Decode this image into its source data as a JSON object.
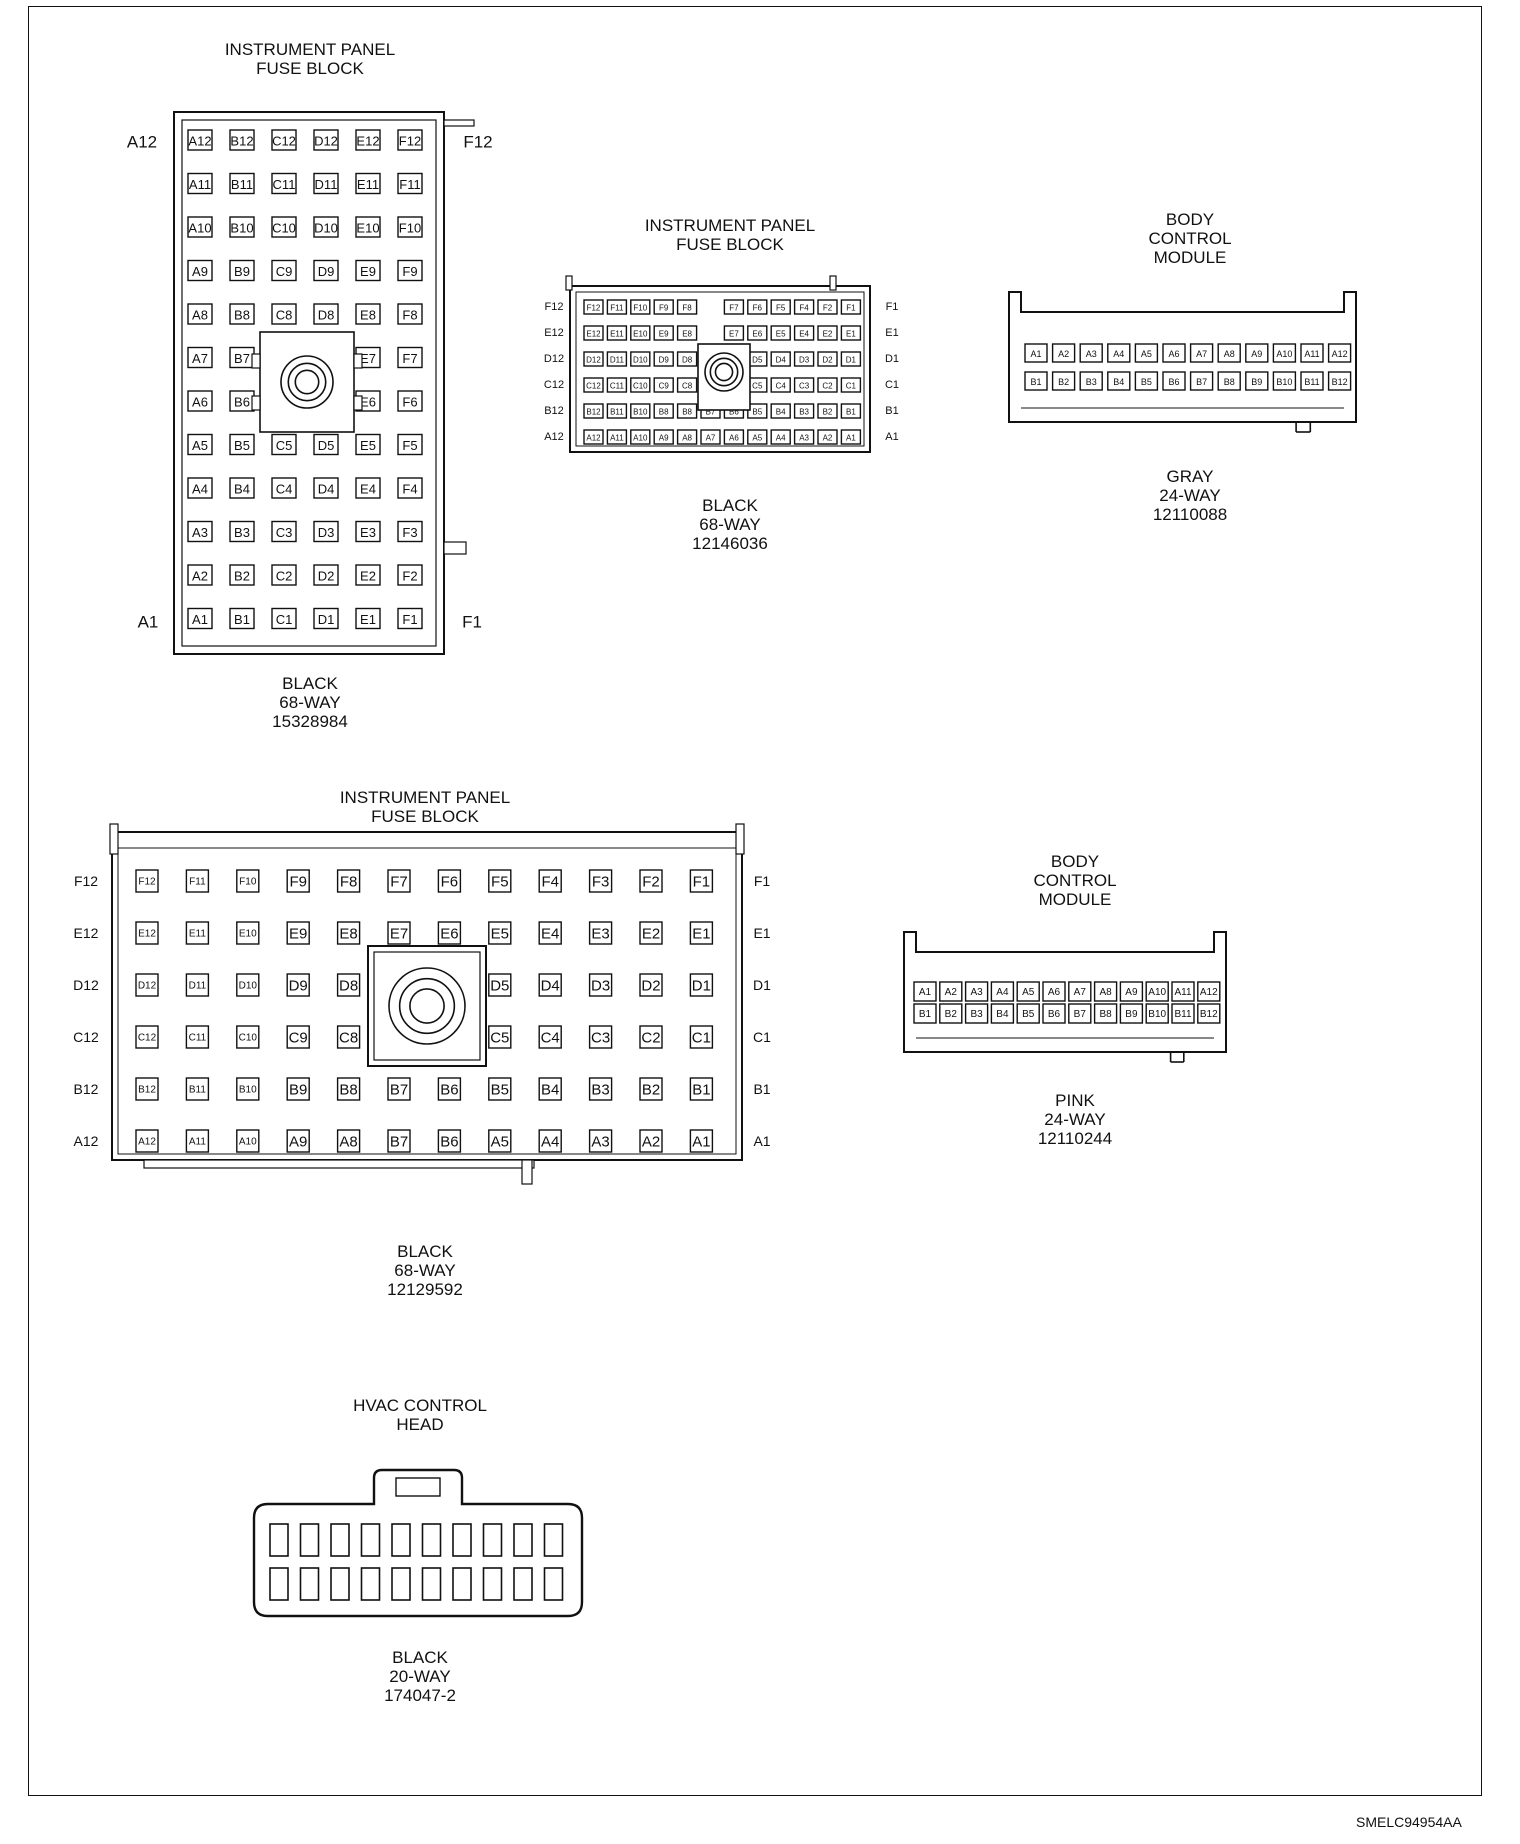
{
  "diagram_code": "SMELC94954AA",
  "connectors": [
    {
      "id": "ipfb1",
      "title": [
        "INSTRUMENT PANEL",
        "FUSE BLOCK"
      ],
      "caption": [
        "BLACK",
        "68-WAY",
        "15328984"
      ],
      "corner_labels": {
        "top_left": "A12",
        "top_right": "F12",
        "bottom_left": "A1",
        "bottom_right": "F1"
      },
      "rows": [
        [
          "A12",
          "B12",
          "C12",
          "D12",
          "E12",
          "F12"
        ],
        [
          "A11",
          "B11",
          "C11",
          "D11",
          "E11",
          "F11"
        ],
        [
          "A10",
          "B10",
          "C10",
          "D10",
          "E10",
          "F10"
        ],
        [
          "A9",
          "B9",
          "C9",
          "D9",
          "E9",
          "F9"
        ],
        [
          "A8",
          "B8",
          "C8",
          "D8",
          "E8",
          "F8"
        ],
        [
          "A7",
          "B7",
          "",
          "",
          "E7",
          "F7"
        ],
        [
          "A6",
          "B6",
          "",
          "",
          "E6",
          "F6"
        ],
        [
          "A5",
          "B5",
          "C5",
          "D5",
          "E5",
          "F5"
        ],
        [
          "A4",
          "B4",
          "C4",
          "D4",
          "E4",
          "F4"
        ],
        [
          "A3",
          "B3",
          "C3",
          "D3",
          "E3",
          "F3"
        ],
        [
          "A2",
          "B2",
          "C2",
          "D2",
          "E2",
          "F2"
        ],
        [
          "A1",
          "B1",
          "C1",
          "D1",
          "E1",
          "F1"
        ]
      ]
    },
    {
      "id": "ipfb2",
      "title": [
        "INSTRUMENT PANEL",
        "FUSE BLOCK"
      ],
      "caption": [
        "BLACK",
        "68-WAY",
        "12146036"
      ],
      "row_labels_left": [
        "F12",
        "E12",
        "D12",
        "C12",
        "B12",
        "A12"
      ],
      "row_labels_right": [
        "F1",
        "E1",
        "D1",
        "C1",
        "B1",
        "A1"
      ],
      "rows": [
        [
          "F12",
          "F11",
          "F10",
          "F9",
          "F8",
          "",
          "F7",
          "F6",
          "F5",
          "F4",
          "F2",
          "F1"
        ],
        [
          "E12",
          "E11",
          "E10",
          "E9",
          "E8",
          "",
          "E7",
          "E6",
          "E5",
          "E4",
          "E2",
          "E1"
        ],
        [
          "D12",
          "D11",
          "D10",
          "D9",
          "D8",
          "",
          "",
          "D5",
          "D4",
          "D3",
          "D2",
          "D1"
        ],
        [
          "C12",
          "C11",
          "C10",
          "C9",
          "C8",
          "",
          "",
          "C5",
          "C4",
          "C3",
          "C2",
          "C1"
        ],
        [
          "B12",
          "B11",
          "B10",
          "B8",
          "B8",
          "B7",
          "B6",
          "B5",
          "B4",
          "B3",
          "B2",
          "B1"
        ],
        [
          "A12",
          "A11",
          "A10",
          "A9",
          "A8",
          "A7",
          "A6",
          "A5",
          "A4",
          "A3",
          "A2",
          "A1"
        ]
      ]
    },
    {
      "id": "bcm_gray",
      "title": [
        "BODY",
        "CONTROL",
        "MODULE"
      ],
      "caption": [
        "GRAY",
        "24-WAY",
        "12110088"
      ],
      "rows": [
        [
          "A1",
          "A2",
          "A3",
          "A4",
          "A5",
          "A6",
          "A7",
          "A8",
          "A9",
          "A10",
          "A11",
          "A12"
        ],
        [
          "B1",
          "B2",
          "B3",
          "B4",
          "B5",
          "B6",
          "B7",
          "B8",
          "B9",
          "B10",
          "B11",
          "B12"
        ]
      ]
    },
    {
      "id": "ipfb3",
      "title": [
        "INSTRUMENT PANEL",
        "FUSE BLOCK"
      ],
      "caption": [
        "BLACK",
        "68-WAY",
        "12129592"
      ],
      "row_labels_left": [
        "F12",
        "E12",
        "D12",
        "C12",
        "B12",
        "A12"
      ],
      "row_labels_right": [
        "F1",
        "E1",
        "D1",
        "C1",
        "B1",
        "A1"
      ],
      "rows": [
        [
          "F12",
          "F11",
          "F10",
          "F9",
          "F8",
          "F7",
          "F6",
          "F5",
          "F4",
          "F3",
          "F2",
          "F1"
        ],
        [
          "E12",
          "E11",
          "E10",
          "E9",
          "E8",
          "E7",
          "E6",
          "E5",
          "E4",
          "E3",
          "E2",
          "E1"
        ],
        [
          "D12",
          "D11",
          "D10",
          "D9",
          "D8",
          "",
          "",
          "D5",
          "D4",
          "D3",
          "D2",
          "D1"
        ],
        [
          "C12",
          "C11",
          "C10",
          "C9",
          "C8",
          "",
          "",
          "C5",
          "C4",
          "C3",
          "C2",
          "C1"
        ],
        [
          "B12",
          "B11",
          "B10",
          "B9",
          "B8",
          "B7",
          "B6",
          "B5",
          "B4",
          "B3",
          "B2",
          "B1"
        ],
        [
          "A12",
          "A11",
          "A10",
          "A9",
          "A8",
          "B7",
          "B6",
          "A5",
          "A4",
          "A3",
          "A2",
          "A1"
        ]
      ]
    },
    {
      "id": "bcm_pink",
      "title": [
        "BODY",
        "CONTROL",
        "MODULE"
      ],
      "caption": [
        "PINK",
        "24-WAY",
        "12110244"
      ],
      "rows": [
        [
          "A1",
          "A2",
          "A3",
          "A4",
          "A5",
          "A6",
          "A7",
          "A8",
          "A9",
          "A10",
          "A11",
          "A12"
        ],
        [
          "B1",
          "B2",
          "B3",
          "B4",
          "B5",
          "B6",
          "B7",
          "B8",
          "B9",
          "B10",
          "B11",
          "B12"
        ]
      ]
    },
    {
      "id": "hvac",
      "title": [
        "HVAC CONTROL",
        "HEAD"
      ],
      "caption": [
        "BLACK",
        "20-WAY",
        "174047-2"
      ],
      "cavities_per_row": 10,
      "cavity_rows": 2
    }
  ]
}
